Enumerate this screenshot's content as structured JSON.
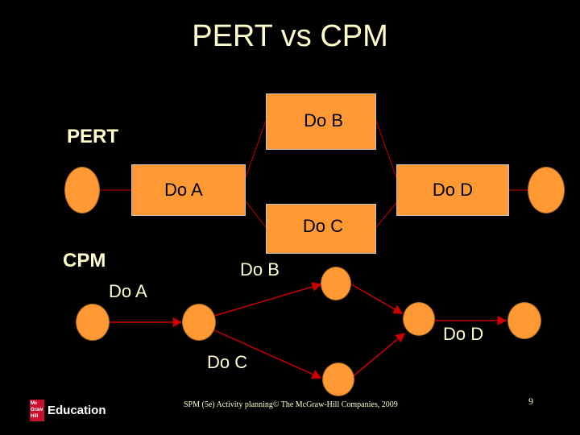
{
  "title": "PERT vs CPM",
  "pert": {
    "label": "PERT",
    "boxes": {
      "b": "Do B",
      "a": "Do A",
      "d": "Do D",
      "c": "Do C"
    }
  },
  "cpm": {
    "label": "CPM",
    "labels": {
      "b": "Do B",
      "a": "Do A",
      "d": "Do D",
      "c": "Do C"
    }
  },
  "footer": "SPM (5e) Activity planning© The McGraw-Hill Companies, 2009",
  "page_number": "9",
  "logo": {
    "mark": "Mc Graw Hill",
    "text": "Education"
  },
  "colors": {
    "node": "#FF9933",
    "arrow": "#CC0000",
    "text": "#FFFFCC",
    "background": "#000000"
  }
}
